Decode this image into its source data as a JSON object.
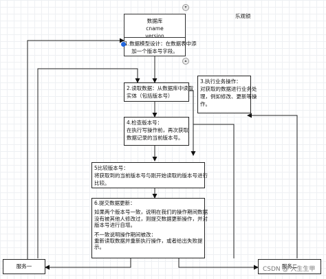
{
  "top_label": "乐观锁",
  "boxes": {
    "db": [
      "数据库",
      "cname",
      "version"
    ],
    "step1": [
      "1.数据模型设计：在数据表中添",
      "加一个版本号字段。"
    ],
    "step2": [
      "2.读取数据：从数据库中读取",
      "实体（包括版本号）"
    ],
    "step3": [
      "3.执行业务操作：",
      "对获取的数据进行业务处",
      "理，例如修改、更新等操",
      "作。"
    ],
    "step4": [
      "4.检查版本号：",
      "在执行写操作前，再次获取",
      "数据记录的当前版本号。"
    ],
    "step5": [
      "5比较版本号：",
      "将获取到的当前版本号与刚开始读取的版本号进行",
      "比较。"
    ],
    "step6": [
      "6.提交数据更新：",
      "",
      "如果两个版本号一致，说明在我们的操作期间数据",
      "没有被其他人修改过，则提交数据更新操作，并对",
      "版本号进行自增。",
      "",
      "不一致说明操作期间被改：",
      "重新读取数据并重新执行操作，或者给出失败提",
      "示。"
    ],
    "svc1": [
      "服务一"
    ],
    "svc2": [
      "服务二"
    ]
  },
  "watermark": "CSDN @ 大生生甲",
  "handle_icons": {
    "top": "▾",
    "bottom": "▴"
  }
}
